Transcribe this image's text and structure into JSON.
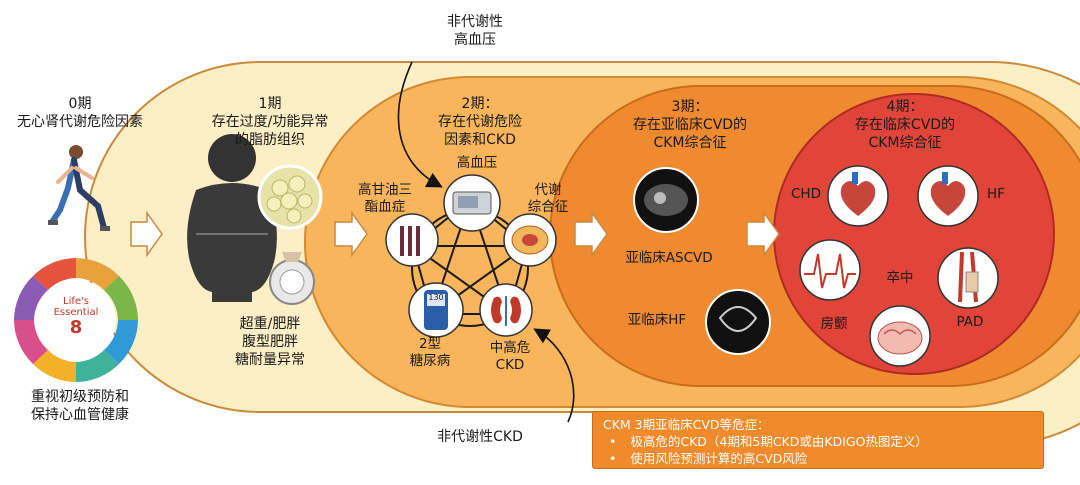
{
  "colors": {
    "stage0_bg": "#ffffff",
    "stage1_bg": "#fcefc6",
    "stage2_bg": "#f8b55b",
    "stage3_bg": "#ef8a30",
    "stage4_bg": "#e1453a",
    "outline": "#c98a3b"
  },
  "top_arrow_label": [
    "非代谢性",
    "高血压"
  ],
  "bottom_arrow_label": "非代谢性CKD",
  "stage0": {
    "title": [
      "0期",
      "无心肾代谢危险因素"
    ],
    "bottom": [
      "重视初级预防和",
      "保持心血管健康"
    ],
    "logo_text": [
      "Life's",
      "Essential",
      "8"
    ],
    "icons": [
      "running-person-icon",
      "lifes-essential-8-wheel-icon"
    ]
  },
  "stage1": {
    "title": [
      "1期",
      "存在过度/功能异常",
      "的脂肪组织"
    ],
    "bottom": [
      "超重/肥胖",
      "腹型肥胖",
      "糖耐量异常"
    ],
    "icons": [
      "obese-body-icon",
      "fat-cells-icon",
      "scale-icon"
    ]
  },
  "stage2": {
    "title": [
      "2期：",
      "存在代谢危险",
      "因素和CKD"
    ],
    "nodes": {
      "hypertension": "高血压",
      "triglycerides": [
        "高甘油三",
        "酯血症"
      ],
      "metabolic_syndrome": [
        "代谢",
        "综合征"
      ],
      "diabetes": [
        "2型",
        "糖尿病"
      ],
      "ckd": [
        "中高危",
        "CKD"
      ]
    },
    "glucometer_reading": "130",
    "icons": [
      "blood-pressure-monitor-icon",
      "triglyceride-icon",
      "abdomen-icon",
      "glucometer-icon",
      "kidney-icon"
    ]
  },
  "stage3": {
    "title": [
      "3期：",
      "存在亚临床CVD的",
      "CKM综合征"
    ],
    "ascvd": "亚临床ASCVD",
    "hf": "亚临床HF",
    "icons": [
      "ct-scan-icon",
      "echocardiogram-icon"
    ]
  },
  "stage4": {
    "title": [
      "4期：",
      "存在临床CVD的",
      "CKM综合征"
    ],
    "labels": {
      "chd": "CHD",
      "hf": "HF",
      "stroke": "卒中",
      "af": "房颤",
      "pad": "PAD"
    },
    "icons": [
      "heart-chd-icon",
      "heart-hf-icon",
      "ecg-icon",
      "brain-icon",
      "leg-artery-icon"
    ]
  },
  "note": {
    "title": "CKM 3期亚临床CVD等危症：",
    "bullets": [
      "极高危的CKD（4期和5期CKD或由KDIGO热图定义）",
      "使用风险预测计算的高CVD风险"
    ]
  }
}
